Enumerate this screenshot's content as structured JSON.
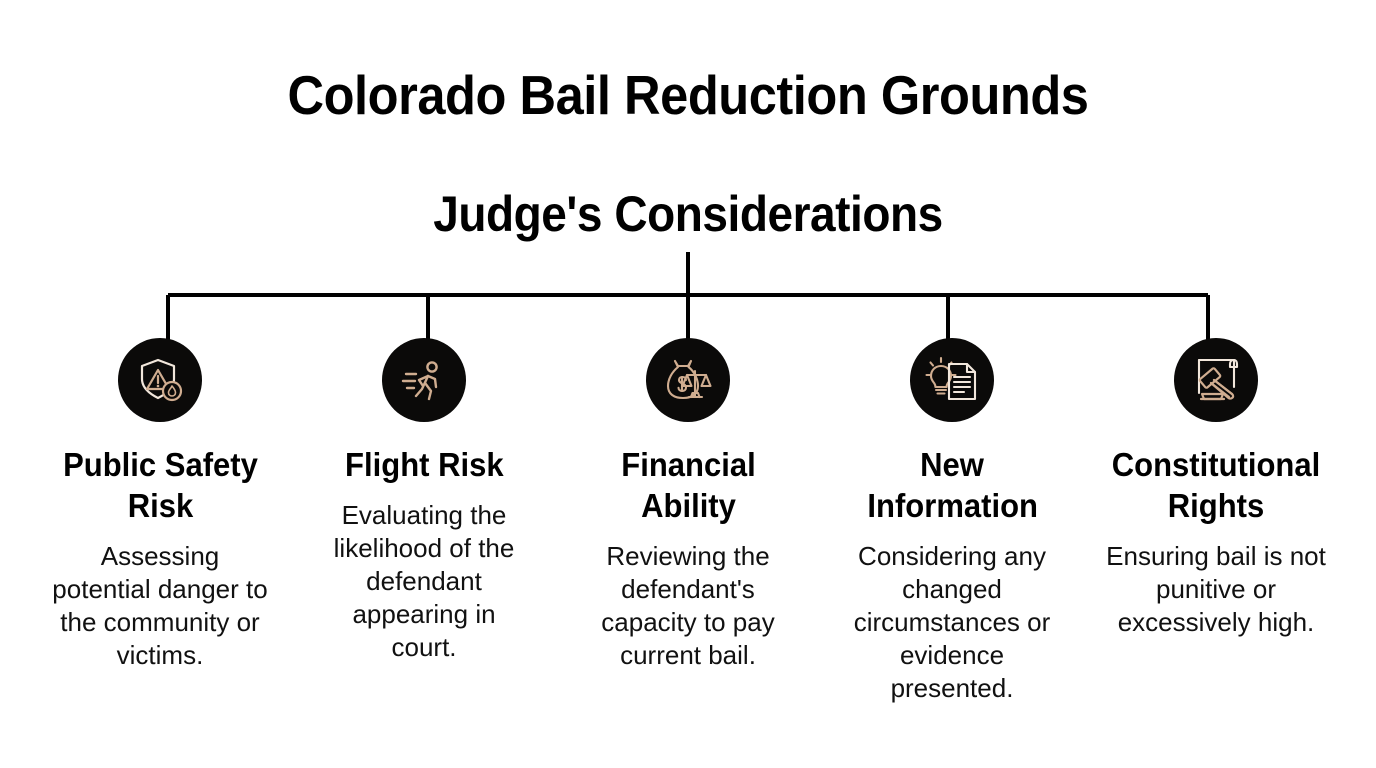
{
  "titles": {
    "main": "Colorado Bail Reduction Grounds",
    "sub": "Judge's Considerations"
  },
  "theme": {
    "background": "#ffffff",
    "circle_fill": "#0b0a09",
    "icon_accent": "#d0ad90",
    "icon_light": "#f2e7dc",
    "connector_color": "#000000",
    "text_color": "#000000"
  },
  "branches": [
    {
      "icon": "shield-warning-fire-icon",
      "heading": "Public Safety Risk",
      "description": "Assessing potential danger to the community or victims."
    },
    {
      "icon": "running-person-icon",
      "heading": "Flight Risk",
      "description": "Evaluating the likelihood of the defendant appearing in court."
    },
    {
      "icon": "money-bag-scales-icon",
      "heading": "Financial Ability",
      "description": "Reviewing the defendant's capacity to pay current bail."
    },
    {
      "icon": "lightbulb-document-icon",
      "heading": "New Information",
      "description": "Considering any changed circumstances or evidence presented."
    },
    {
      "icon": "gavel-scroll-icon",
      "heading": "Constitutional Rights",
      "description": "Ensuring bail is not punitive or excessively high."
    }
  ]
}
